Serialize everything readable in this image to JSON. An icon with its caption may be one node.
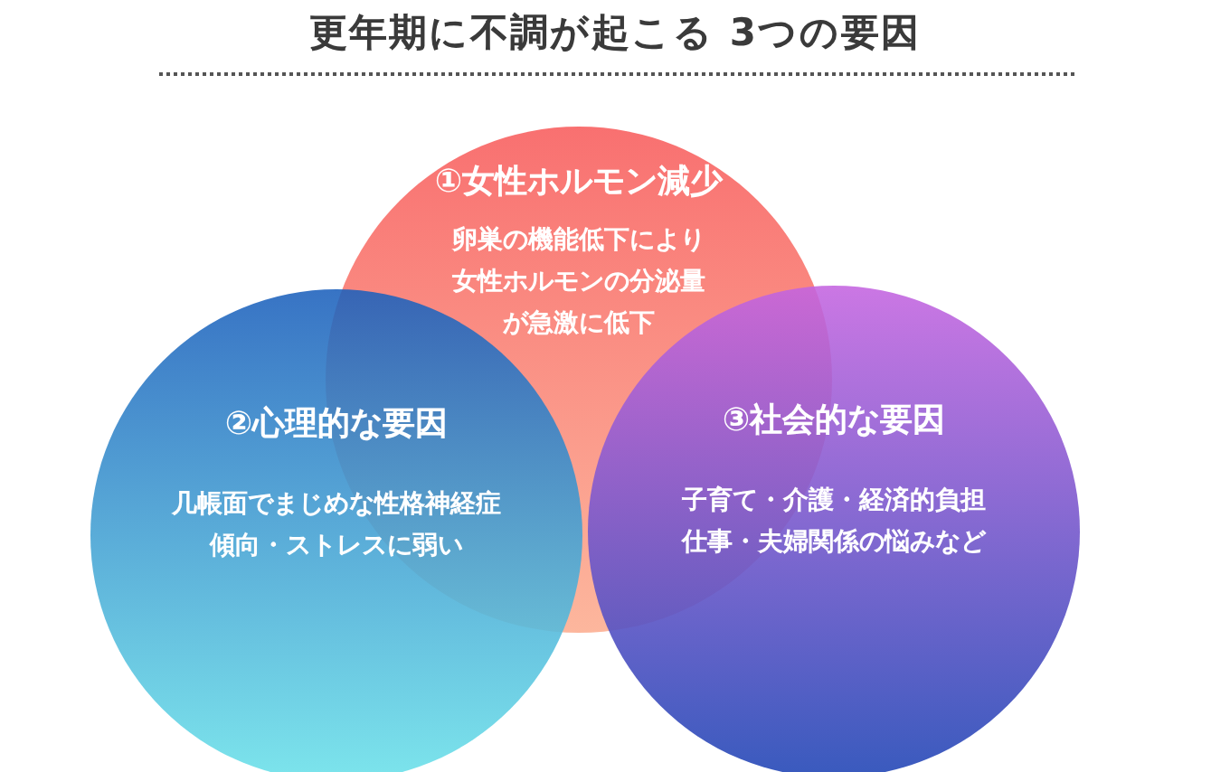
{
  "diagram": {
    "title": "更年期に不調が起こる 3つの要因",
    "nodes": [
      {
        "text": [
          "①女性ホルモン減少",
          "卵巣の機能低下により女性ホルモンの分泌量が急激に低下"
        ]
      },
      {
        "text": [
          "②心理的な要因",
          "几帳面でまじめな性格神経症傾向・ストレスに弱い"
        ]
      },
      {
        "text": [
          "③社会的な要因",
          "子育て・介護・経済的負担仕事・夫婦関係の悩みなど"
        ]
      }
    ],
    "edges": []
  }
}
